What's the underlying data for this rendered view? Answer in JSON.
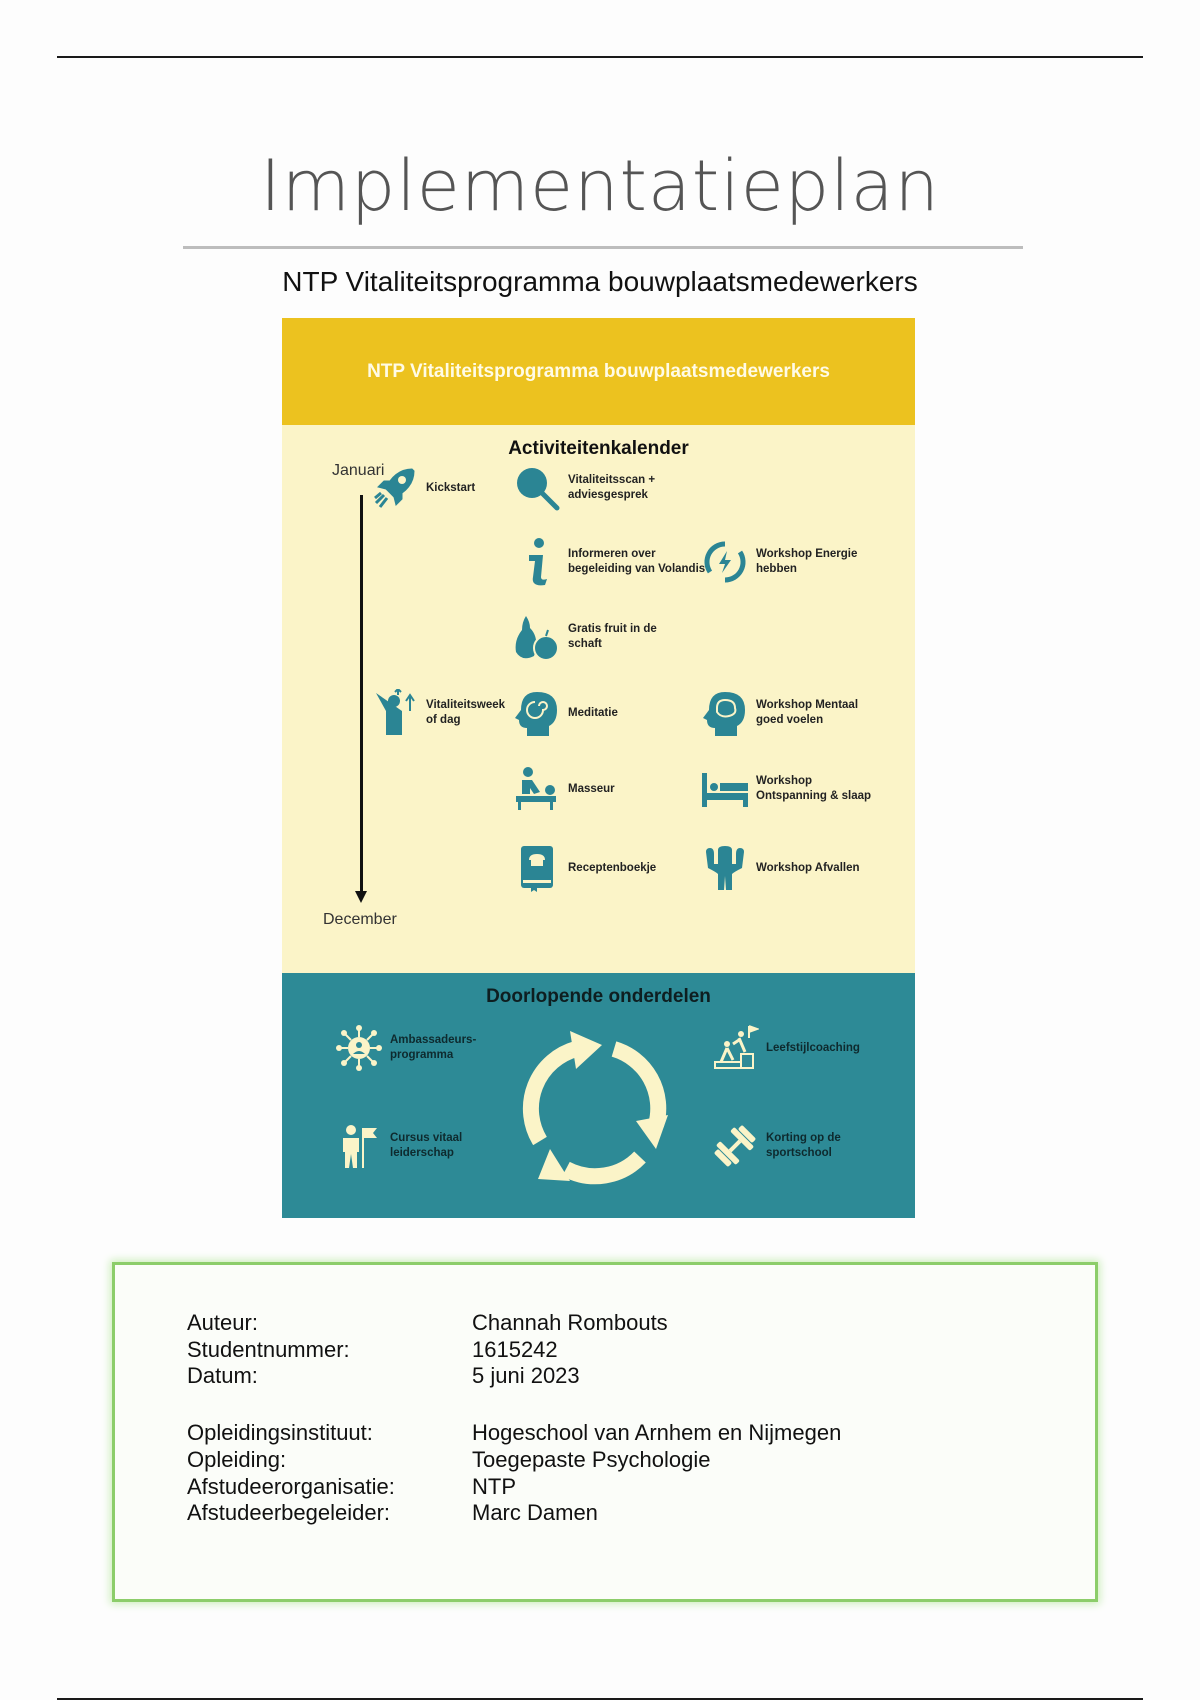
{
  "document": {
    "title": "Implementatieplan",
    "subtitle": "NTP Vitaliteitsprogramma bouwplaatsmedewerkers"
  },
  "infographic": {
    "header": "NTP Vitaliteitsprogramma bouwplaatsmedewerkers",
    "calendar": {
      "title": "Activiteitenkalender",
      "start_month": "Januari",
      "end_month": "December",
      "activities": [
        {
          "label": "Kickstart",
          "icon": "rocket-icon"
        },
        {
          "label": "Vitaliteitsscan +\nadviesgesprek",
          "icon": "magnifier-icon"
        },
        {
          "label": "Informeren over\nbegeleiding van Volandis",
          "icon": "info-icon"
        },
        {
          "label": "Workshop Energie\nhebben",
          "icon": "energy-cycle-icon"
        },
        {
          "label": "Gratis fruit in de\nschaft",
          "icon": "fruit-icon"
        },
        {
          "label": "Vitaliteitsweek\nof dag",
          "icon": "cheering-person-icon"
        },
        {
          "label": "Meditatie",
          "icon": "meditation-head-icon"
        },
        {
          "label": "Workshop Mentaal\ngoed voelen",
          "icon": "brain-head-icon"
        },
        {
          "label": "Masseur",
          "icon": "massage-icon"
        },
        {
          "label": "Workshop\nOntspanning & slaap",
          "icon": "bed-icon"
        },
        {
          "label": "Receptenboekje",
          "icon": "recipe-book-icon"
        },
        {
          "label": "Workshop Afvallen",
          "icon": "body-weight-icon"
        }
      ]
    },
    "continuous": {
      "title": "Doorlopende onderdelen",
      "items": [
        {
          "label": "Ambassadeurs-\nprogramma",
          "icon": "network-person-icon"
        },
        {
          "label": "Leefstijlcoaching",
          "icon": "coaching-climb-icon"
        },
        {
          "label": "Cursus vitaal\nleiderschap",
          "icon": "leader-flag-icon"
        },
        {
          "label": "Korting op de\nsportschool",
          "icon": "dumbbell-icon"
        }
      ],
      "center_icon": "cycle-arrows-icon"
    },
    "colors": {
      "yellow": "#ecc21f",
      "cream": "#fbf4c8",
      "teal": "#2d8a96"
    }
  },
  "meta": {
    "rows": [
      {
        "key": "Auteur:",
        "value": "Channah Rombouts"
      },
      {
        "key": "Studentnummer:",
        "value": "1615242"
      },
      {
        "key": "Datum:",
        "value": "5 juni 2023"
      },
      {
        "key": "Opleidingsinstituut:",
        "value": "Hogeschool van Arnhem en Nijmegen"
      },
      {
        "key": "Opleiding:",
        "value": "Toegepaste Psychologie"
      },
      {
        "key": "Afstudeerorganisatie:",
        "value": "NTP"
      },
      {
        "key": "Afstudeerbegeleider:",
        "value": "Marc Damen"
      }
    ]
  }
}
